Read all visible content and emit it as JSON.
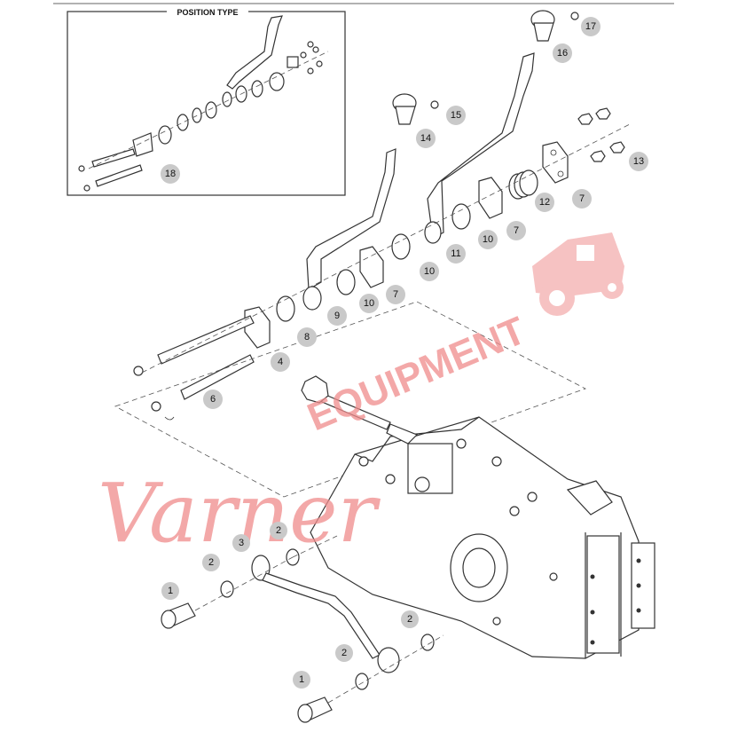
{
  "inset": {
    "title": "POSITION TYPE"
  },
  "callouts": [
    {
      "id": "c17",
      "text": "17"
    },
    {
      "id": "c16",
      "text": "16"
    },
    {
      "id": "c15",
      "text": "15"
    },
    {
      "id": "c14",
      "text": "14"
    },
    {
      "id": "c13",
      "text": "13"
    },
    {
      "id": "c12",
      "text": "12"
    },
    {
      "id": "c7a",
      "text": "7"
    },
    {
      "id": "c7b",
      "text": "7"
    },
    {
      "id": "c7c",
      "text": "7"
    },
    {
      "id": "c11",
      "text": "11"
    },
    {
      "id": "c10a",
      "text": "10"
    },
    {
      "id": "c10b",
      "text": "10"
    },
    {
      "id": "c10c",
      "text": "10"
    },
    {
      "id": "c9",
      "text": "9"
    },
    {
      "id": "c8",
      "text": "8"
    },
    {
      "id": "c4",
      "text": "4"
    },
    {
      "id": "c6",
      "text": "6"
    },
    {
      "id": "c18",
      "text": "18"
    },
    {
      "id": "c3",
      "text": "3"
    },
    {
      "id": "c2a",
      "text": "2"
    },
    {
      "id": "c2b",
      "text": "2"
    },
    {
      "id": "c2c",
      "text": "2"
    },
    {
      "id": "c2d",
      "text": "2"
    },
    {
      "id": "c1a",
      "text": "1"
    },
    {
      "id": "c1b",
      "text": "1"
    }
  ],
  "watermark": {
    "script": "Varner",
    "block": "EQUIPMENT"
  }
}
